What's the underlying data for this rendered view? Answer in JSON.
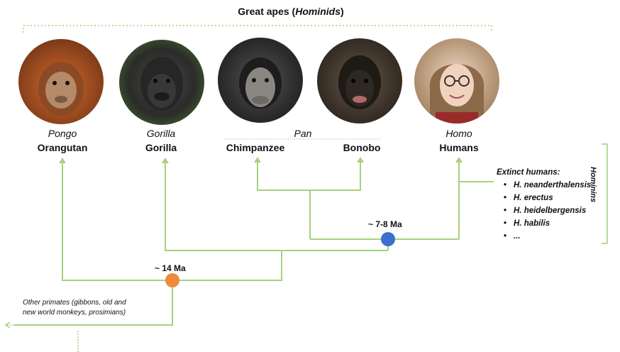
{
  "title": {
    "prefix": "Great apes (",
    "italic": "Hominids",
    "suffix": ")"
  },
  "taxa": [
    {
      "genus": "Pongo",
      "common": "Orangutan"
    },
    {
      "genus": "Gorilla",
      "common": "Gorilla"
    },
    {
      "genus": "Pan",
      "common_a": "Chimpanzee",
      "common_b": "Bonobo"
    },
    {
      "genus": "Homo",
      "common": "Humans"
    }
  ],
  "nodes": {
    "hominid_split": {
      "label": "~ 14 Ma",
      "color": "#f08a3a"
    },
    "hominin_split": {
      "label": "~ 7-8 Ma",
      "color": "#3b6fd0"
    }
  },
  "outgroup_note": {
    "line1": "Other primates (gibbons, old and",
    "line2": "new world monkeys, prosimians)"
  },
  "extinct_humans": {
    "heading": "Extinct humans:",
    "items": [
      "H. neanderthalensis",
      "H. erectus",
      "H. heidelbergensis",
      "H. habilis",
      "..."
    ]
  },
  "bracket_label": "Hominins",
  "colors": {
    "branch": "#a6d17f",
    "dotted": "#a6d17f",
    "bracket": "#9dcf74"
  }
}
